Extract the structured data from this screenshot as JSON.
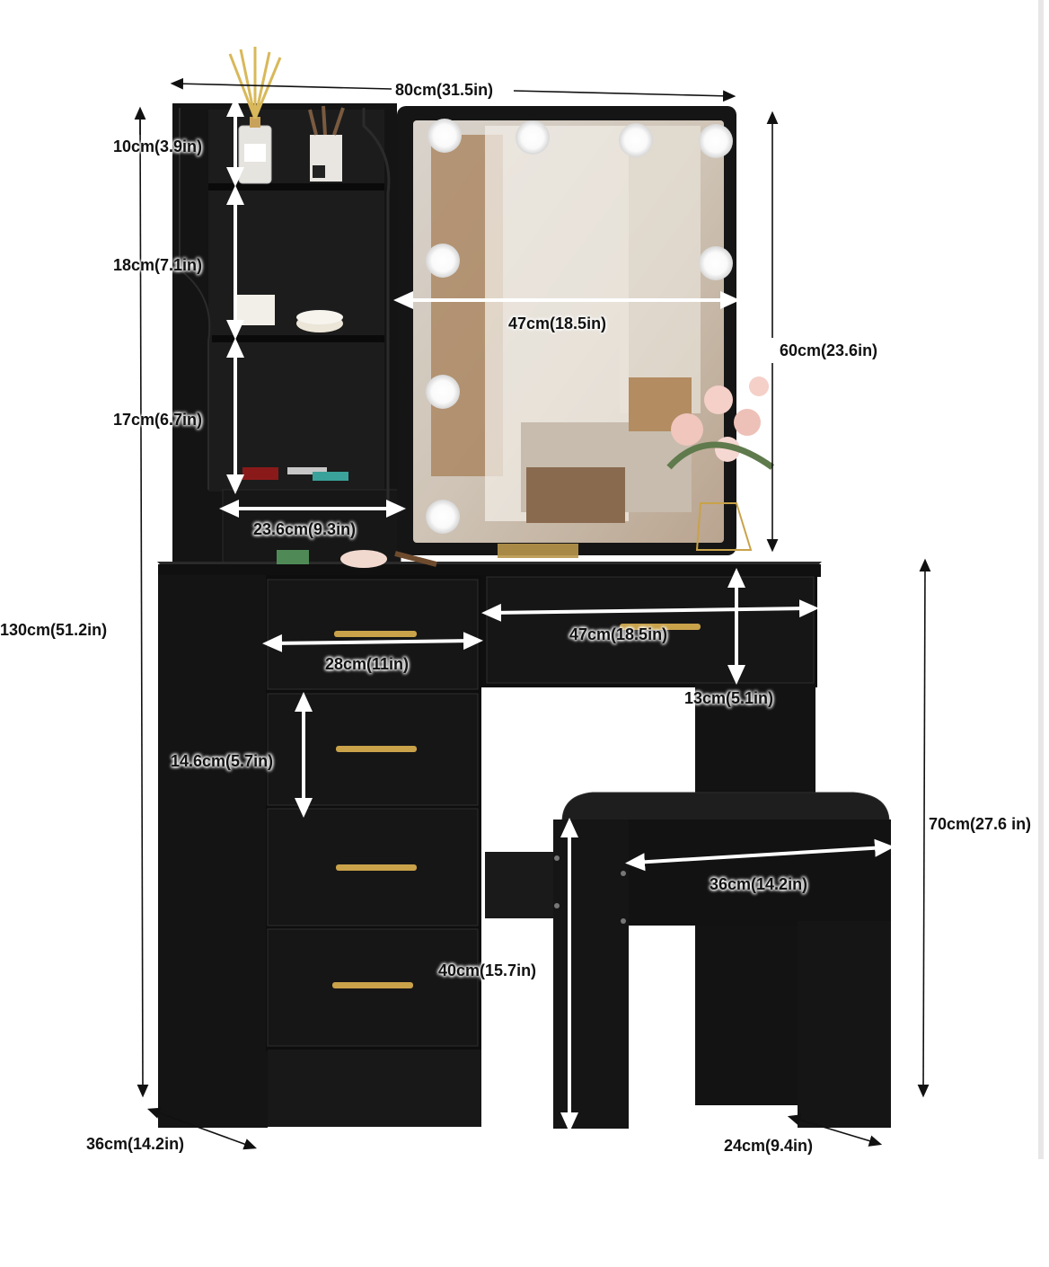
{
  "dimensions": {
    "total_width": "80cm(31.5in)",
    "mirror_height": "60cm(23.6in)",
    "total_height": "130cm(51.2in)",
    "shelf_top": "10cm(3.9in)",
    "shelf_mid": "18cm(7.1in)",
    "shelf_low": "17cm(6.7in)",
    "shelf_width": "23.6cm(9.3in)",
    "mirror_width": "47cm(18.5in)",
    "top_drawer_width": "47cm(18.5in)",
    "top_drawer_height": "13cm(5.1in)",
    "left_drawer_width": "28cm(11in)",
    "drawer_height": "14.6cm(5.7in)",
    "table_height": "70cm(27.6 in)",
    "stool_width": "36cm(14.2in)",
    "stool_height": "40cm(15.7in)",
    "stool_depth": "24cm(9.4in)",
    "table_depth": "36cm(14.2in)"
  },
  "colors": {
    "furniture": "#141414",
    "panel": "#1f1f1f",
    "handle": "#c9a24a",
    "arrow": "#ffffff",
    "dim_line": "#111111"
  }
}
